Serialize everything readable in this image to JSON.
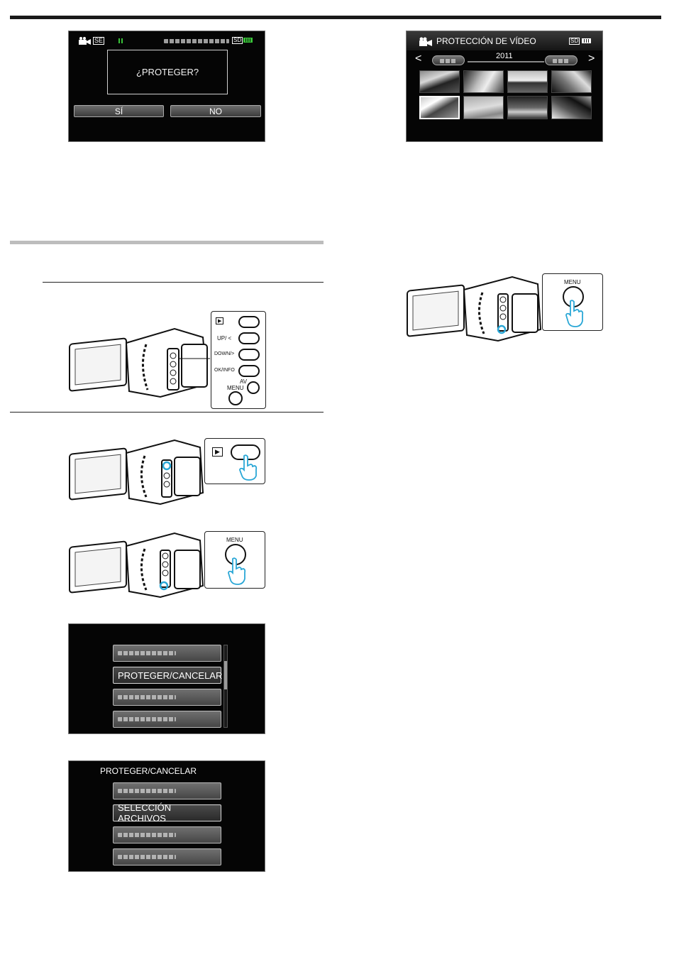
{
  "screen_protect_confirm": {
    "question": "¿PROTEGER?",
    "yes_label": "SÍ",
    "no_label": "NO",
    "mode_icon": "video-camera-icon",
    "quality_badge": "SE",
    "card_badge": "SD"
  },
  "screen_video_protection": {
    "title": "PROTECCIÓN DE VÍDEO",
    "year": "2011",
    "card_badge": "SD",
    "prev_arrow": "<",
    "next_arrow": ">"
  },
  "panel_buttons": {
    "play_symbol": "▶",
    "up_label": "UP/ <",
    "down_label": "DOWN/>",
    "ok_label": "OK/INFO",
    "av_label": "AV",
    "menu_label": "MENU"
  },
  "panel_play": {
    "play_symbol": "▶"
  },
  "panel_menu_left": {
    "menu_label": "MENU"
  },
  "panel_menu_right": {
    "menu_label": "MENU"
  },
  "menu_screen_1": {
    "items": [
      "",
      "PROTEGER/CANCELAR",
      "",
      ""
    ]
  },
  "menu_screen_2": {
    "title": "PROTEGER/CANCELAR",
    "items": [
      "",
      "SELECCIÓN ARCHIVOS",
      "",
      ""
    ]
  }
}
